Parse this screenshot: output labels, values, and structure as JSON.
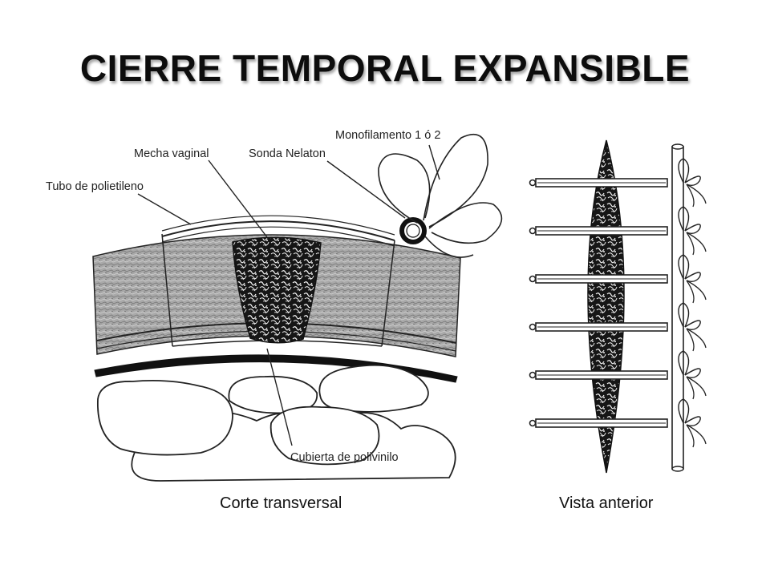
{
  "slide": {
    "title": "CIERRE TEMPORAL EXPANSIBLE"
  },
  "diagram": {
    "labels": {
      "tubo": "Tubo de polietileno",
      "mecha": "Mecha vaginal",
      "sonda": "Sonda Nelaton",
      "monofilamento": "Monofilamento 1 ó 2",
      "cubierta": "Cubierta de polivinilo"
    },
    "captions": {
      "cross_section": "Corte transversal",
      "anterior_view": "Vista anterior"
    },
    "anterior_view_sutures": 6
  },
  "colors": {
    "ink": "#1a1a1a",
    "tissue": "#a8a8a8",
    "gauze": "#111111"
  }
}
